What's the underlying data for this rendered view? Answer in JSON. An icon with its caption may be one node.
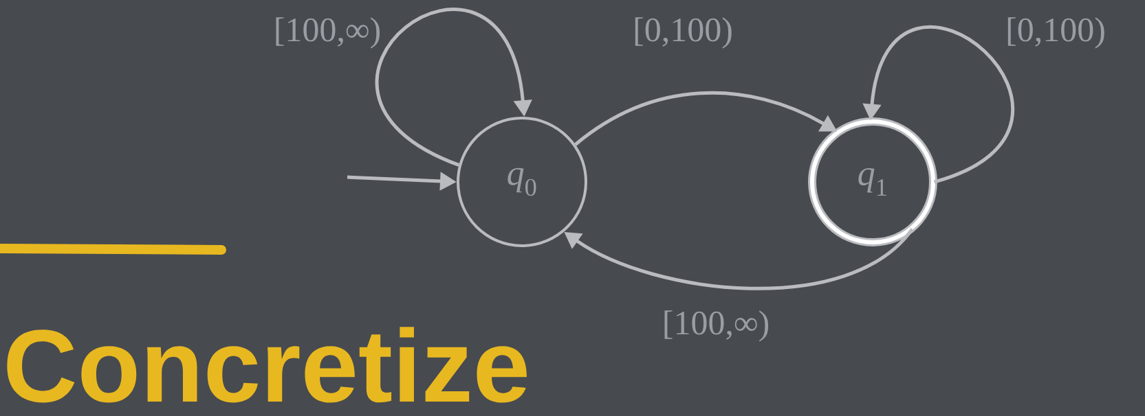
{
  "diagram": {
    "nodes": [
      {
        "text": [
          "*q*$_{0}$"
        ]
      },
      {
        "text": [
          "*q*$_{1}$"
        ]
      }
    ],
    "edges": [
      {
        "from": null,
        "to": 0,
        "arrow": "to"
      },
      {
        "from": 0,
        "to": 0,
        "arrow": "to",
        "label": "[100,∞)"
      },
      {
        "from": 0,
        "to": 1,
        "arrow": "to",
        "label": "[0,100)"
      },
      {
        "from": 1,
        "to": 1,
        "arrow": "to",
        "label": "[0,100)"
      },
      {
        "from": 1,
        "to": 0,
        "arrow": "to",
        "label": "[100,∞)"
      }
    ],
    "labels": [
      "Concretize"
    ]
  }
}
